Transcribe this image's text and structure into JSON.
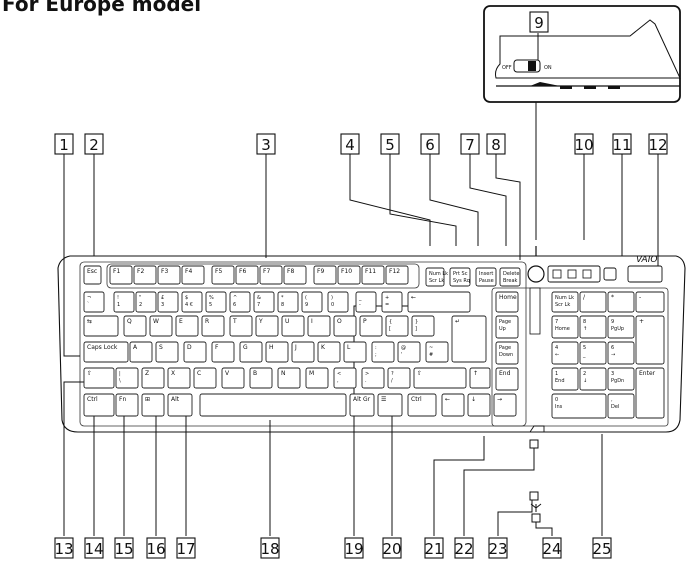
{
  "heading": "For Europe model",
  "callouts": [
    "1",
    "2",
    "3",
    "4",
    "5",
    "6",
    "7",
    "8",
    "9",
    "10",
    "11",
    "12",
    "13",
    "14",
    "15",
    "16",
    "17",
    "18",
    "19",
    "20",
    "21",
    "22",
    "23",
    "24",
    "25"
  ],
  "switch": {
    "off": "OFF",
    "on": "ON"
  },
  "logo": "VAIO",
  "keys": {
    "esc": "Esc",
    "f": [
      "F1",
      "F2",
      "F3",
      "F4",
      "F5",
      "F6",
      "F7",
      "F8",
      "F9",
      "F10",
      "F11",
      "F12"
    ],
    "numlk": [
      "Num Lk",
      "Scr Lk"
    ],
    "prtsc": [
      "Prt Sc",
      "Sys Rq"
    ],
    "insert": [
      "Insert",
      "Pause"
    ],
    "delete": [
      "Delete",
      "Break"
    ],
    "home": "Home",
    "pageup": [
      "Page",
      "Up"
    ],
    "pagedown": [
      "Page",
      "Down"
    ],
    "end": "End",
    "capslock": "Caps Lock",
    "ctrl": "Ctrl",
    "fn": "Fn",
    "alt": "Alt",
    "altgr": "Alt Gr",
    "enter": "Enter",
    "row1": [
      "¬\n`",
      "!\n1",
      "\"\n2",
      "£\n3",
      "$\n4 €",
      "%\n5",
      "^\n6",
      "&\n7",
      "*\n8",
      "(\n9",
      ")\n0",
      "_\n-",
      "+\n="
    ],
    "row2": [
      "Q",
      "W",
      "E",
      "R",
      "T",
      "Y",
      "U",
      "I",
      "O",
      "P",
      "{\n[",
      "}\n]"
    ],
    "row3": [
      "A",
      "S",
      "D",
      "F",
      "G",
      "H",
      "J",
      "K",
      "L",
      ":\n;",
      "@\n'",
      "~\n#"
    ],
    "row4": [
      "|\n\\",
      "Z",
      "X",
      "C",
      "V",
      "B",
      "N",
      "M",
      "<\n,",
      ">\n.",
      "?\n/"
    ],
    "numpad": {
      "numlk": [
        "Num Lk",
        "Scr Lk"
      ],
      "slash": "/",
      "star": "*",
      "minus": "-",
      "plus": "+",
      "r1": [
        "7\nHome",
        "8\n↑",
        "9\nPgUp"
      ],
      "r2": [
        "4\n←",
        "5\n_",
        "6\n→"
      ],
      "r3": [
        "1\nEnd",
        "2\n↓",
        "3\nPgDn"
      ],
      "zero": [
        "0",
        "Ins"
      ],
      "dot": [
        ",",
        "Del"
      ],
      "enter": "Enter"
    }
  }
}
